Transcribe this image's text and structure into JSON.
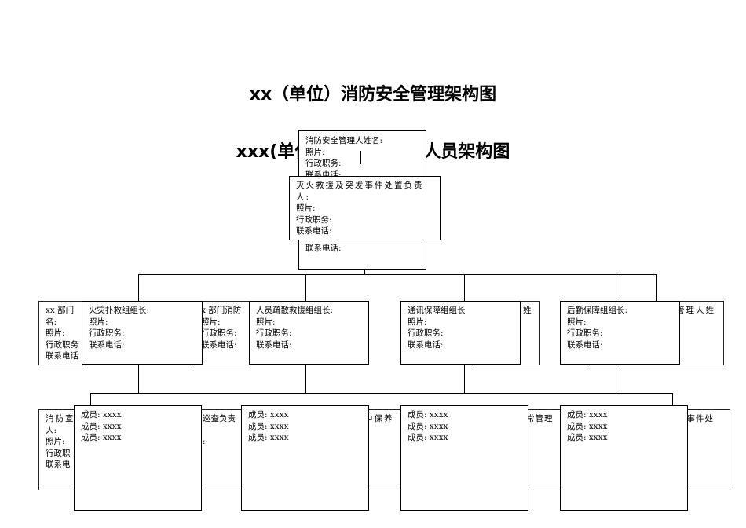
{
  "titles": {
    "main": "xx（单位）消防安全管理架构图",
    "sub": "xxx(单位)消防安全管理人员架构图"
  },
  "manager_box": {
    "name_label": "消防安全管理人姓名:",
    "photo": "照片:",
    "position": "行政职务:",
    "phone": "联系电话:",
    "phone_repeat": "联系电话:"
  },
  "emergency_box": {
    "title": "灭火救援及突发事件处置负责人:",
    "photo": "照片:",
    "position": "行政职务:",
    "phone": "联系电话:"
  },
  "back_row1": [
    {
      "l1": "xx 部门",
      "l2": "名:",
      "l3": "照片:",
      "l4": "行政职务",
      "l5": "联系电话"
    },
    {
      "l1": "x 部门消防",
      "l2": "照片:",
      "l3": "行政职务:",
      "l4": "联系电话:"
    },
    {
      "l1": "姓"
    },
    {
      "l1": "管理人姓"
    }
  ],
  "groups": [
    {
      "leader": "火灾扑救组组长:",
      "photo": "照片:",
      "position": "行政职务:",
      "phone": "联系电话:"
    },
    {
      "leader": "人员疏散救援组组长:",
      "photo": "照片:",
      "position": "行政职务:",
      "phone": "联系电话:"
    },
    {
      "leader": "通讯保障组组长",
      "photo": "照片:",
      "position": "行政职务:",
      "phone": "联系电话:"
    },
    {
      "leader": "后勤保障组组长:",
      "photo": "照片:",
      "position": "行政职务:",
      "phone": "联系电话:"
    }
  ],
  "back_row2": [
    {
      "l1": "消防宣",
      "l2": "人:",
      "l3": "照片:",
      "l4": "行政职",
      "l5": "联系电"
    },
    {
      "l1": "巡查负责",
      "l2": ":"
    },
    {
      "l1": "中保养"
    },
    {
      "l1": "常管理"
    },
    {
      "l1": "发事件处"
    }
  ],
  "members": [
    [
      "成员: xxxx",
      "成员: xxxx",
      "成员: xxxx"
    ],
    [
      "成员: xxxx",
      "成员: xxxx",
      "成员: xxxx"
    ],
    [
      "成员: xxxx",
      "成员: xxxx",
      "成员: xxxx"
    ],
    [
      "成员: xxxx",
      "成员: xxxx",
      "成员: xxxx"
    ]
  ]
}
